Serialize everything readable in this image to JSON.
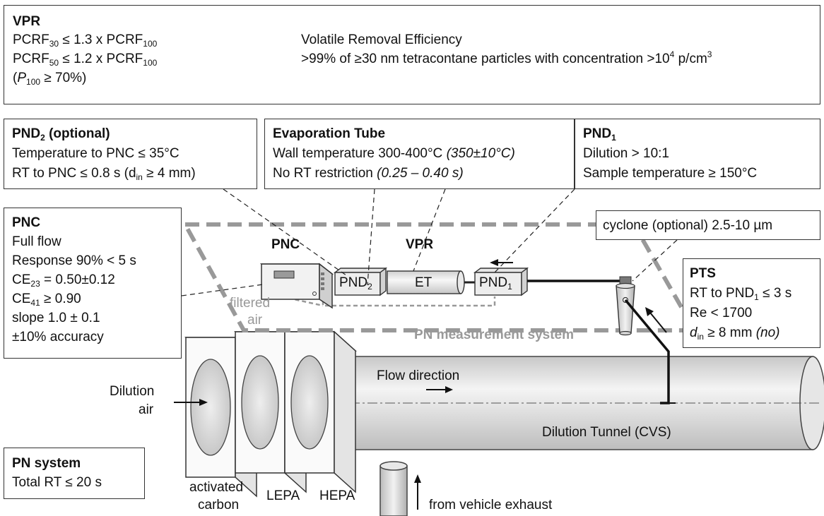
{
  "vpr_box": {
    "title": "VPR",
    "pcrf_prefix": "PCRF",
    "line1_sub": "30",
    "line1_rel": " ≤ 1.3 x PCRF",
    "line1_sub2": "100",
    "line2_sub": "50",
    "line2_rel": " ≤ 1.2 x PCRF",
    "line2_sub2": "100",
    "line3_open": "(",
    "line3_p": "P",
    "line3_sub": "100",
    "line3_rest": "  ≥ 70%)",
    "vre_title": "Volatile Removal Efficiency",
    "vre_line": ">99% of ≥30 nm tetracontane particles with concentration >10",
    "vre_sup": "4",
    "vre_unit": " p/cm",
    "vre_sup2": "3"
  },
  "pnd2_box": {
    "title": "PND",
    "title_sub": "2",
    "title_rest": " (optional)",
    "line1": "Temperature to PNC ≤ 35°C",
    "line2a": "RT to PNC ≤ 0.8 s (d",
    "line2_sub": "in",
    "line2b": " ≥ 4 mm)"
  },
  "et_box": {
    "title": "Evaporation Tube",
    "line1": "Wall temperature 300-400°C ",
    "line1_it": "(350±10°C)",
    "line2": "No RT restriction ",
    "line2_it": "(0.25 – 0.40 s)"
  },
  "pnd1_box": {
    "title": "PND",
    "title_sub": "1",
    "line1": "Dilution > 10:1",
    "line2": "Sample temperature ≥ 150°C"
  },
  "pnc_box": {
    "title": "PNC",
    "line1": "Full flow",
    "line2": "Response 90% < 5 s",
    "line3a": "CE",
    "line3_sub": "23",
    "line3b": " = 0.50±0.12",
    "line4a": "CE",
    "line4_sub": "41",
    "line4b": " ≥ 0.90",
    "line5": "slope 1.0 ± 0.1",
    "line6": "±10% accuracy"
  },
  "cyclone_box": {
    "label": "cyclone (optional) 2.5-10 µm"
  },
  "pts_box": {
    "title": "PTS",
    "line1a": "RT to PND",
    "line1_sub": "1",
    "line1b": " ≤ 3 s",
    "line2": "Re < 1700",
    "line3_d": "d",
    "line3_sub": "in",
    "line3b": " ≥ 8 mm ",
    "line3_it": "(no)"
  },
  "pn_system_box": {
    "title": "PN system",
    "line1": "Total RT ≤ 20 s"
  },
  "labels": {
    "pnc": "PNC",
    "vpr": "VPR",
    "pnd2": "PND",
    "pnd2_sub": "2",
    "et": "ET",
    "pnd1": "PND",
    "pnd1_sub": "1",
    "filtered": "filtered",
    "air": "air",
    "pn_measurement_system": "PN measurement system",
    "flow_direction": "Flow direction",
    "dilution": "Dilution",
    "dilution_air": "air",
    "dilution_tunnel": "Dilution Tunnel (CVS)",
    "activated": "activated",
    "carbon": "carbon",
    "lepa": "LEPA",
    "hepa": "HEPA",
    "from_vehicle_exhaust": "from vehicle exhaust"
  },
  "colors": {
    "dashed_outline": "#999999",
    "ink": "#111111",
    "tube_shade": "#d8d8d8"
  }
}
